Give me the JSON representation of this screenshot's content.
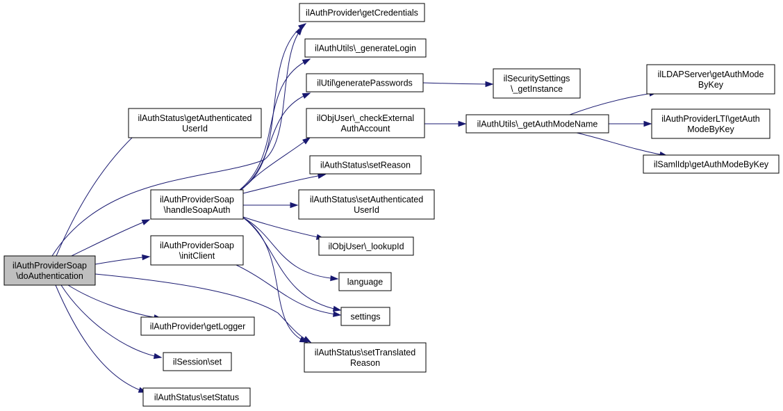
{
  "colors": {
    "edge": "#191970",
    "root_fill": "#bfbfbf",
    "node_fill": "#ffffff",
    "node_border": "#000000"
  },
  "nodes": [
    {
      "id": "root",
      "lines": [
        "ilAuthProviderSoap",
        "\\doAuthentication"
      ],
      "root": true
    },
    {
      "id": "getCredentials",
      "lines": [
        "ilAuthProvider\\getCredentials"
      ]
    },
    {
      "id": "generateLogin",
      "lines": [
        "ilAuthUtils\\_generateLogin"
      ]
    },
    {
      "id": "generatePasswords",
      "lines": [
        "ilUtil\\generatePasswords"
      ]
    },
    {
      "id": "securitySettings",
      "lines": [
        "ilSecuritySettings",
        "\\_getInstance"
      ]
    },
    {
      "id": "getAuthenticatedUserId",
      "lines": [
        "ilAuthStatus\\getAuthenticated",
        "UserId"
      ]
    },
    {
      "id": "checkExternalAuth",
      "lines": [
        "ilObjUser\\_checkExternal",
        "AuthAccount"
      ]
    },
    {
      "id": "getAuthModeName",
      "lines": [
        "ilAuthUtils\\_getAuthModeName"
      ]
    },
    {
      "id": "ldapGetAuthMode",
      "lines": [
        "ilLDAPServer\\getAuthMode",
        "ByKey"
      ]
    },
    {
      "id": "ltiGetAuthMode",
      "lines": [
        "ilAuthProviderLTI\\getAuth",
        "ModeByKey"
      ]
    },
    {
      "id": "samlGetAuthMode",
      "lines": [
        "ilSamlIdp\\getAuthModeByKey"
      ]
    },
    {
      "id": "setReason",
      "lines": [
        "ilAuthStatus\\setReason"
      ]
    },
    {
      "id": "handleSoapAuth",
      "lines": [
        "ilAuthProviderSoap",
        "\\handleSoapAuth"
      ]
    },
    {
      "id": "setAuthenticatedUserId",
      "lines": [
        "ilAuthStatus\\setAuthenticated",
        "UserId"
      ]
    },
    {
      "id": "lookupId",
      "lines": [
        "ilObjUser\\_lookupId"
      ]
    },
    {
      "id": "initClient",
      "lines": [
        "ilAuthProviderSoap",
        "\\initClient"
      ]
    },
    {
      "id": "language",
      "lines": [
        "language"
      ]
    },
    {
      "id": "settings",
      "lines": [
        "settings"
      ]
    },
    {
      "id": "getLogger",
      "lines": [
        "ilAuthProvider\\getLogger"
      ]
    },
    {
      "id": "setTranslatedReason",
      "lines": [
        "ilAuthStatus\\setTranslated",
        "Reason"
      ]
    },
    {
      "id": "sessionSet",
      "lines": [
        "ilSession\\set"
      ]
    },
    {
      "id": "setStatus",
      "lines": [
        "ilAuthStatus\\setStatus"
      ]
    }
  ],
  "edges": [
    [
      "root",
      "getAuthenticatedUserId"
    ],
    [
      "root",
      "getCredentials"
    ],
    [
      "root",
      "handleSoapAuth"
    ],
    [
      "root",
      "initClient"
    ],
    [
      "root",
      "getLogger"
    ],
    [
      "root",
      "setTranslatedReason"
    ],
    [
      "root",
      "sessionSet"
    ],
    [
      "root",
      "setStatus"
    ],
    [
      "handleSoapAuth",
      "getCredentials"
    ],
    [
      "handleSoapAuth",
      "generateLogin"
    ],
    [
      "handleSoapAuth",
      "generatePasswords"
    ],
    [
      "handleSoapAuth",
      "checkExternalAuth"
    ],
    [
      "handleSoapAuth",
      "setReason"
    ],
    [
      "handleSoapAuth",
      "setAuthenticatedUserId"
    ],
    [
      "handleSoapAuth",
      "lookupId"
    ],
    [
      "handleSoapAuth",
      "language"
    ],
    [
      "handleSoapAuth",
      "settings"
    ],
    [
      "handleSoapAuth",
      "setTranslatedReason"
    ],
    [
      "initClient",
      "settings"
    ],
    [
      "generatePasswords",
      "securitySettings"
    ],
    [
      "checkExternalAuth",
      "getAuthModeName"
    ],
    [
      "getAuthModeName",
      "ldapGetAuthMode"
    ],
    [
      "getAuthModeName",
      "ltiGetAuthMode"
    ],
    [
      "getAuthModeName",
      "samlGetAuthMode"
    ]
  ]
}
